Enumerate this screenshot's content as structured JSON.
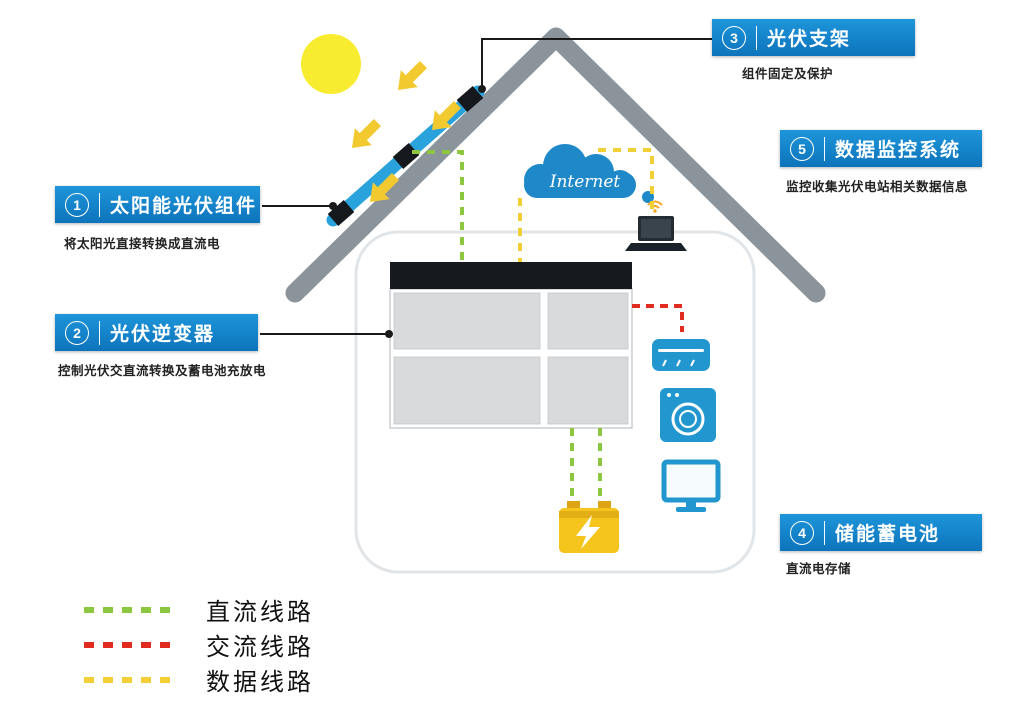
{
  "labels": {
    "module": {
      "num": "1",
      "title": "太阳能光伏组件",
      "desc": "将太阳光直接转换成直流电"
    },
    "inverter": {
      "num": "2",
      "title": "光伏逆变器",
      "desc": "控制光伏交直流转换及蓄电池充放电"
    },
    "bracket": {
      "num": "3",
      "title": "光伏支架",
      "desc": "组件固定及保护"
    },
    "battery": {
      "num": "4",
      "title": "储能蓄电池",
      "desc": "直流电存储"
    },
    "monitor": {
      "num": "5",
      "title": "数据监控系统",
      "desc": "监控收集光伏电站相关数据信息"
    }
  },
  "cloud": {
    "label": "Internet"
  },
  "legend": [
    {
      "label": "直流线路",
      "color": "#8dc63f"
    },
    {
      "label": "交流线路",
      "color": "#e02b20"
    },
    {
      "label": "数据线路",
      "color": "#f2cf35"
    }
  ],
  "colors": {
    "label_box_blue": "#1283cc",
    "roof_gray": "#8b939b",
    "panel_blue": "#2aa3dc",
    "sun_yellow": "#f8ec30",
    "sunray_arrow_yellow": "#f2ca30",
    "dc_line_green": "#8dc63f",
    "ac_line_red": "#e02b20",
    "data_line_yellow": "#f2cf35",
    "appliance_blue": "#2196cf",
    "battery_yellow": "#f5c51d",
    "cloud_blue": "#1e88c8"
  }
}
